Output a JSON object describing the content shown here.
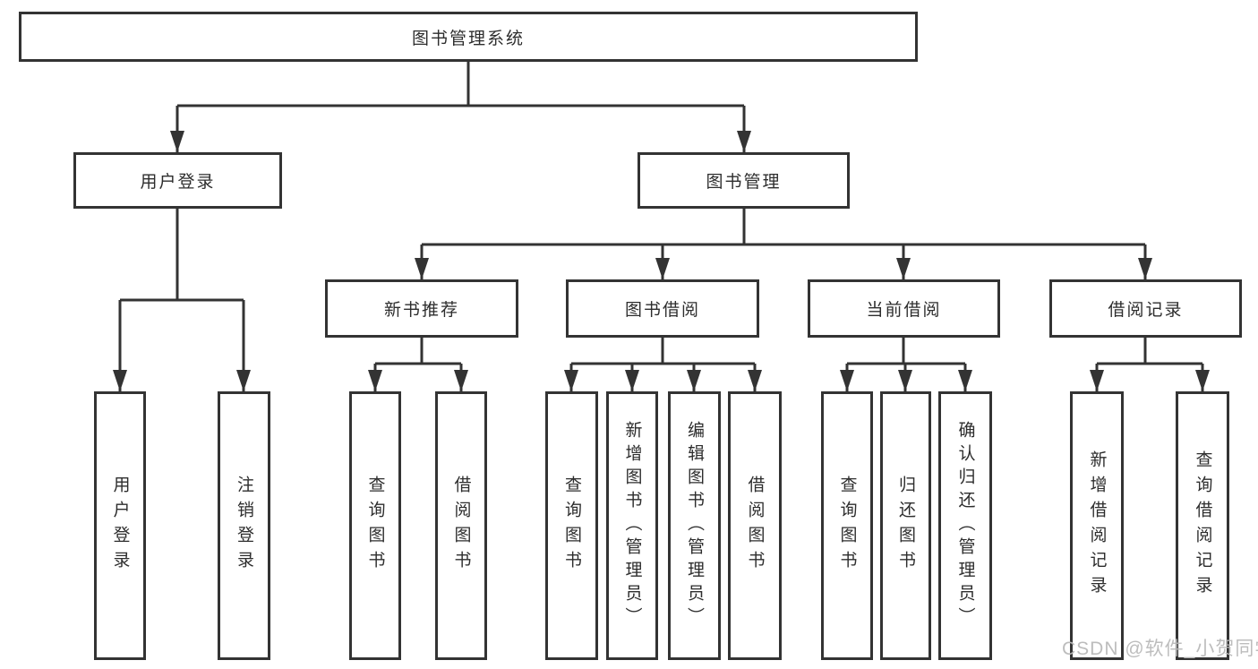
{
  "diagram_type": "functional-structure-tree",
  "colors": {
    "line": "#333333",
    "box_border": "#333333",
    "box_fill": "#ffffff",
    "text": "#2d2d2d",
    "watermark": "#b9b9b9",
    "background": "#ffffff"
  },
  "tree": {
    "label": "图书管理系统",
    "children": [
      {
        "label": "用户登录",
        "children": [
          {
            "label": "用户登录"
          },
          {
            "label": "注销登录"
          }
        ]
      },
      {
        "label": "图书管理",
        "children": [
          {
            "label": "新书推荐",
            "children": [
              {
                "label": "查询图书"
              },
              {
                "label": "借阅图书"
              }
            ]
          },
          {
            "label": "图书借阅",
            "children": [
              {
                "label": "查询图书"
              },
              {
                "label": "新增图书（管理员）"
              },
              {
                "label": "编辑图书（管理员）"
              },
              {
                "label": "借阅图书"
              }
            ]
          },
          {
            "label": "当前借阅",
            "children": [
              {
                "label": "查询图书"
              },
              {
                "label": "归还图书"
              },
              {
                "label": "确认归还（管理员）"
              }
            ]
          },
          {
            "label": "借阅记录",
            "children": [
              {
                "label": "新增借阅记录"
              },
              {
                "label": "查询借阅记录"
              }
            ]
          }
        ]
      }
    ]
  },
  "watermark": "CSDN @软件_小贺同学"
}
